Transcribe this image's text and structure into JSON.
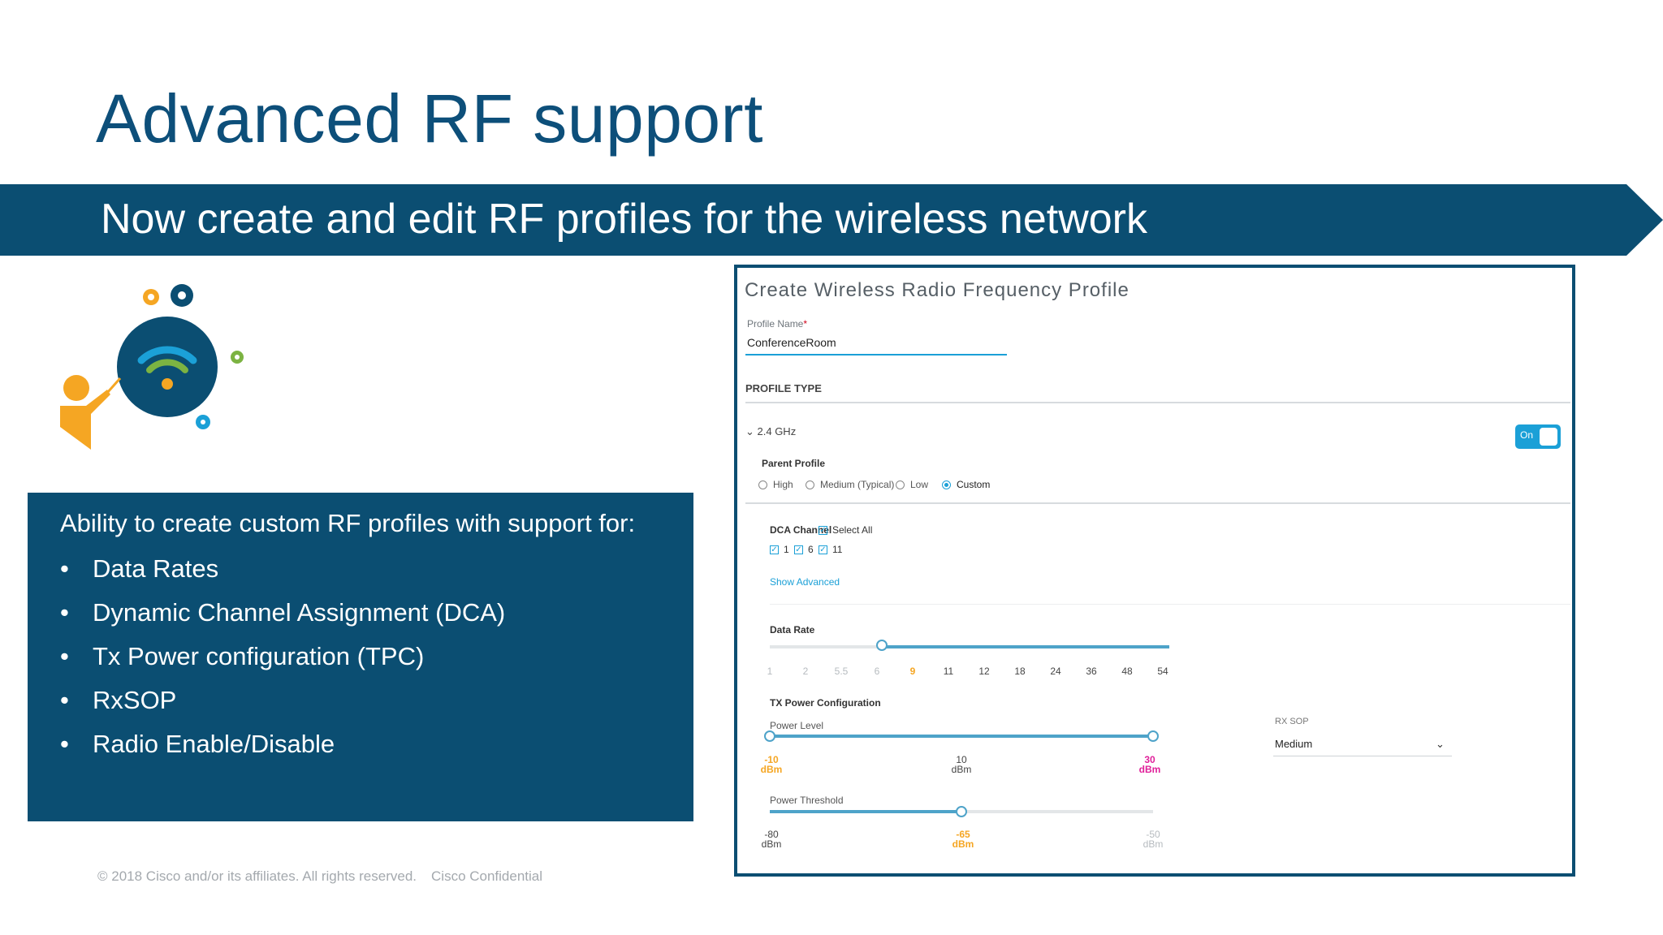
{
  "slide": {
    "title": "Advanced RF support",
    "banner": "Now create and edit RF profiles for the wireless network"
  },
  "features": {
    "intro": "Ability to create custom RF profiles with support for:",
    "items": [
      "Data Rates",
      "Dynamic Channel Assignment (DCA)",
      "Tx Power configuration (TPC)",
      "RxSOP",
      "Radio Enable/Disable"
    ]
  },
  "footer": {
    "copyright": "© 2018  Cisco and/or its affiliates. All rights reserved.",
    "confidential": "Cisco Confidential"
  },
  "form": {
    "title": "Create Wireless Radio Frequency Profile",
    "profile_name_label": "Profile Name",
    "profile_name_value": "ConferenceRoom",
    "profile_type": "PROFILE TYPE",
    "band": "2.4 GHz",
    "toggle_label": "On",
    "parent_profile_label": "Parent Profile",
    "parent_profile_options": [
      "High",
      "Medium (Typical)",
      "Low",
      "Custom"
    ],
    "parent_profile_selected": "Custom",
    "dca_label": "DCA Channel",
    "select_all_label": "Select All",
    "channels": [
      "1",
      "6",
      "11"
    ],
    "show_advanced": "Show Advanced",
    "data_rate_label": "Data Rate",
    "data_rate_ticks": [
      "1",
      "2",
      "5.5",
      "6",
      "9",
      "11",
      "12",
      "18",
      "24",
      "36",
      "48",
      "54"
    ],
    "data_rate_selected": "9",
    "tx_power_label": "TX Power Configuration",
    "power_level_label": "Power Level",
    "power_level_min": "-10",
    "power_level_mid": "10",
    "power_level_max": "30",
    "power_threshold_label": "Power Threshold",
    "power_threshold_min": "-80",
    "power_threshold_value": "-65",
    "power_threshold_max": "-50",
    "unit": "dBm",
    "rxsop_label": "RX SOP",
    "rxsop_value": "Medium"
  },
  "colors": {
    "brand_dark_blue": "#0b4e72",
    "accent_blue": "#1ba0d7",
    "selected_orange": "#f5a623",
    "max_pink": "#e0209a"
  },
  "icons": {
    "illustration": [
      "presenter-icon",
      "wifi-icon",
      "gear-icon"
    ],
    "band_collapse": "chevron-down-icon",
    "rxsop_dropdown": "chevron-down-icon"
  }
}
